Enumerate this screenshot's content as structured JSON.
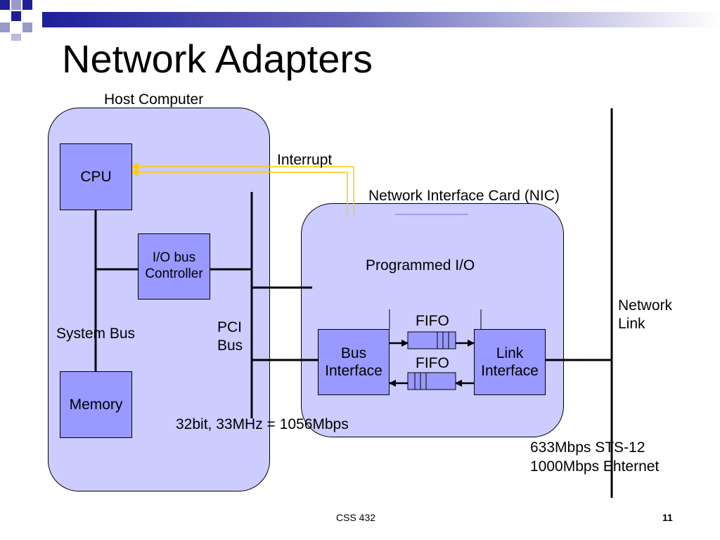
{
  "slide": {
    "title": "Network Adapters",
    "footer": "CSS 432",
    "page_number": "11"
  },
  "host": {
    "label": "Host Computer",
    "cpu": "CPU",
    "io_controller": "I/O bus\nController",
    "system_bus": "System Bus",
    "memory": "Memory",
    "pci_bus": "PCI\nBus",
    "pci_spec": "32bit, 33MHz = 1056Mbps"
  },
  "interrupt_label": "Interrupt",
  "nic": {
    "label": "Network Interface Card (NIC)",
    "programmed_io": "Programmed I/O",
    "fifo_top": "FIFO",
    "fifo_bottom": "FIFO",
    "bus_interface": "Bus\nInterface",
    "link_interface": "Link\nInterface"
  },
  "network": {
    "link_label": "Network\nLink",
    "speeds": "633Mbps STS-12\n1000Mbps Ehternet"
  },
  "colors": {
    "box_fill": "#9999ff",
    "panel_fill": "#ccccff",
    "interrupt_line": "#ffcc00",
    "header_band": "#1f1f99"
  }
}
